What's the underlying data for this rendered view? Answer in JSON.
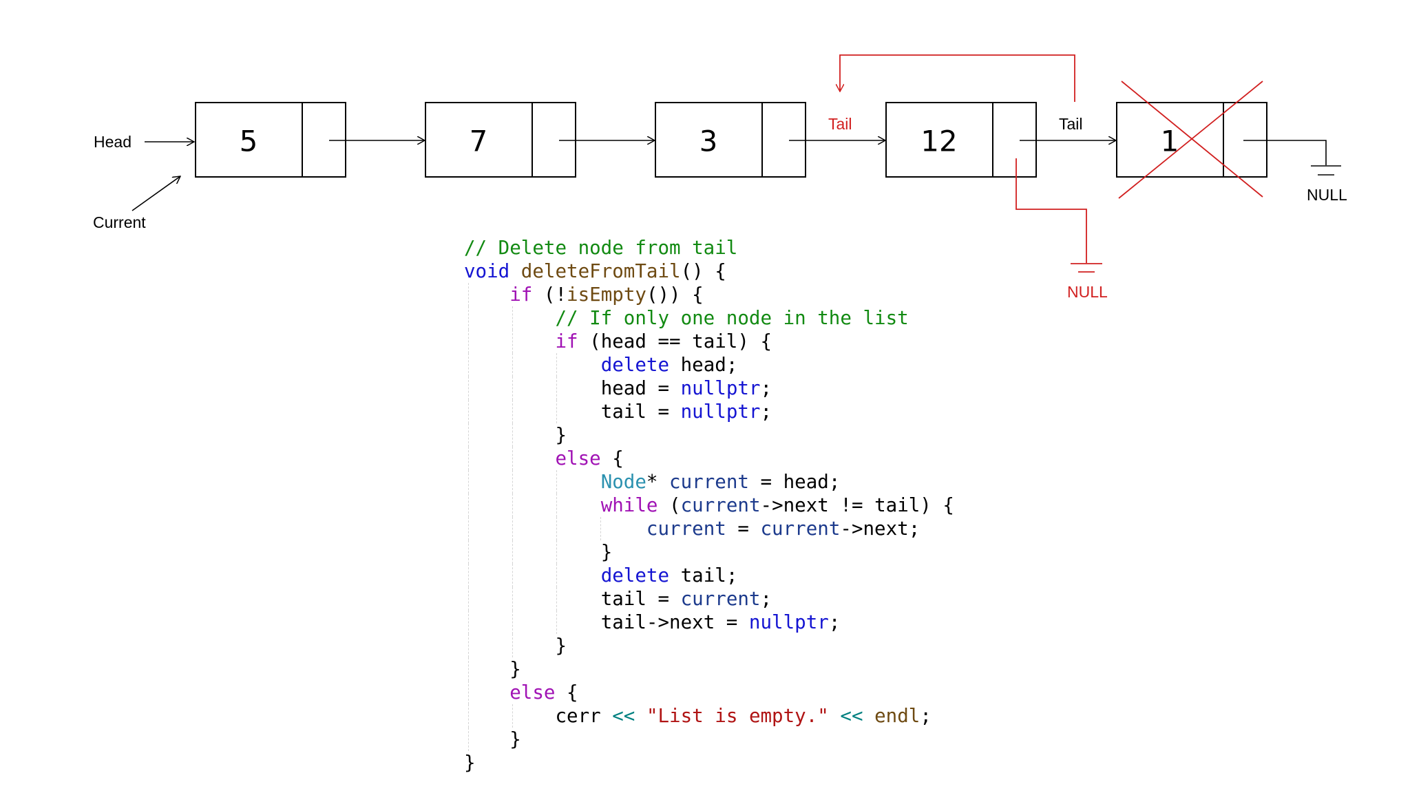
{
  "labels": {
    "head": "Head",
    "current": "Current",
    "tail_old": "Tail",
    "tail_new": "Tail",
    "null_end": "NULL",
    "null_new": "NULL"
  },
  "nodes": [
    "5",
    "7",
    "3",
    "12",
    "1"
  ],
  "colors": {
    "line": "#000000",
    "highlight": "#d11f1f",
    "comment": "#128a12",
    "keyword": "#a012b4",
    "type": "#1414d2",
    "function": "#6e4a12",
    "class": "#2b91af",
    "variable": "#1c3a8c",
    "string": "#b01414",
    "operator": "#008080"
  },
  "code": [
    {
      "indent": 0,
      "tokens": [
        {
          "t": "// Delete node from tail",
          "c": "comment"
        }
      ]
    },
    {
      "indent": 0,
      "tokens": [
        {
          "t": "void",
          "c": "type"
        },
        {
          "t": " "
        },
        {
          "t": "deleteFromTail",
          "c": "fn"
        },
        {
          "t": "() {"
        }
      ]
    },
    {
      "indent": 1,
      "tokens": [
        {
          "t": "if",
          "c": "kw"
        },
        {
          "t": " (!"
        },
        {
          "t": "isEmpty",
          "c": "fn"
        },
        {
          "t": "()) {"
        }
      ]
    },
    {
      "indent": 2,
      "tokens": [
        {
          "t": "// If only one node in the list",
          "c": "comment"
        }
      ]
    },
    {
      "indent": 2,
      "tokens": [
        {
          "t": "if",
          "c": "kw"
        },
        {
          "t": " (head == tail) {"
        }
      ]
    },
    {
      "indent": 3,
      "tokens": [
        {
          "t": "delete",
          "c": "type"
        },
        {
          "t": " head;"
        }
      ]
    },
    {
      "indent": 3,
      "tokens": [
        {
          "t": "head = "
        },
        {
          "t": "nullptr",
          "c": "type"
        },
        {
          "t": ";"
        }
      ]
    },
    {
      "indent": 3,
      "tokens": [
        {
          "t": "tail = "
        },
        {
          "t": "nullptr",
          "c": "type"
        },
        {
          "t": ";"
        }
      ]
    },
    {
      "indent": 2,
      "tokens": [
        {
          "t": "}"
        }
      ]
    },
    {
      "indent": 2,
      "tokens": [
        {
          "t": "else",
          "c": "kw"
        },
        {
          "t": " {"
        }
      ]
    },
    {
      "indent": 3,
      "tokens": [
        {
          "t": "Node",
          "c": "class"
        },
        {
          "t": "* "
        },
        {
          "t": "current",
          "c": "var"
        },
        {
          "t": " = head;"
        }
      ]
    },
    {
      "indent": 3,
      "tokens": [
        {
          "t": "while",
          "c": "kw"
        },
        {
          "t": " ("
        },
        {
          "t": "current",
          "c": "var"
        },
        {
          "t": "->next != tail) {"
        }
      ]
    },
    {
      "indent": 4,
      "tokens": [
        {
          "t": "current",
          "c": "var"
        },
        {
          "t": " = "
        },
        {
          "t": "current",
          "c": "var"
        },
        {
          "t": "->next;"
        }
      ]
    },
    {
      "indent": 3,
      "tokens": [
        {
          "t": "}"
        }
      ]
    },
    {
      "indent": 3,
      "tokens": [
        {
          "t": "delete",
          "c": "type"
        },
        {
          "t": " tail;"
        }
      ]
    },
    {
      "indent": 3,
      "tokens": [
        {
          "t": "tail = "
        },
        {
          "t": "current",
          "c": "var"
        },
        {
          "t": ";"
        }
      ]
    },
    {
      "indent": 3,
      "tokens": [
        {
          "t": "tail->next = "
        },
        {
          "t": "nullptr",
          "c": "type"
        },
        {
          "t": ";"
        }
      ]
    },
    {
      "indent": 2,
      "tokens": [
        {
          "t": "}"
        }
      ]
    },
    {
      "indent": 1,
      "tokens": [
        {
          "t": "}"
        }
      ]
    },
    {
      "indent": 1,
      "tokens": [
        {
          "t": "else",
          "c": "kw"
        },
        {
          "t": " {"
        }
      ]
    },
    {
      "indent": 2,
      "tokens": [
        {
          "t": "cerr "
        },
        {
          "t": "<<",
          "c": "op"
        },
        {
          "t": " "
        },
        {
          "t": "\"List is empty.\"",
          "c": "str"
        },
        {
          "t": " "
        },
        {
          "t": "<<",
          "c": "op"
        },
        {
          "t": " "
        },
        {
          "t": "endl",
          "c": "fn"
        },
        {
          "t": ";"
        }
      ]
    },
    {
      "indent": 1,
      "tokens": [
        {
          "t": "}"
        }
      ]
    },
    {
      "indent": 0,
      "tokens": [
        {
          "t": "}"
        }
      ]
    }
  ]
}
